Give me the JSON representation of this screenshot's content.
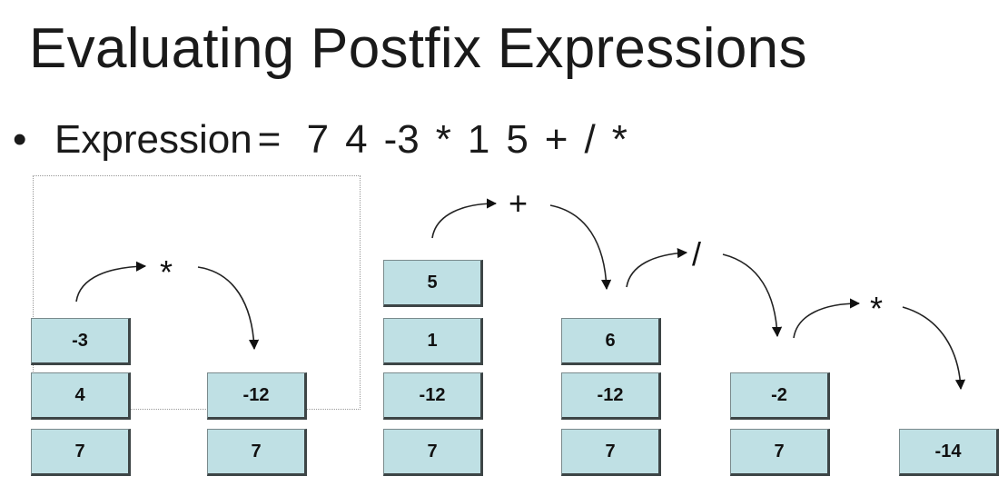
{
  "title": "Evaluating Postfix Expressions",
  "expression": {
    "bullet": "•",
    "label": "Expression",
    "equals": "=",
    "tokens": [
      "7",
      "4",
      "-3",
      "*",
      "1",
      "5",
      "+",
      "/",
      "*"
    ]
  },
  "stacks": [
    {
      "items": [
        "-3",
        "4",
        "7"
      ]
    },
    {
      "items": [
        "-12",
        "7"
      ]
    },
    {
      "items": [
        "5",
        "1",
        "-12",
        "7"
      ]
    },
    {
      "items": [
        "6",
        "-12",
        "7"
      ]
    },
    {
      "items": [
        "-2",
        "7"
      ]
    },
    {
      "items": [
        "-14"
      ]
    }
  ],
  "operators": [
    "*",
    "+",
    "/",
    "*"
  ]
}
